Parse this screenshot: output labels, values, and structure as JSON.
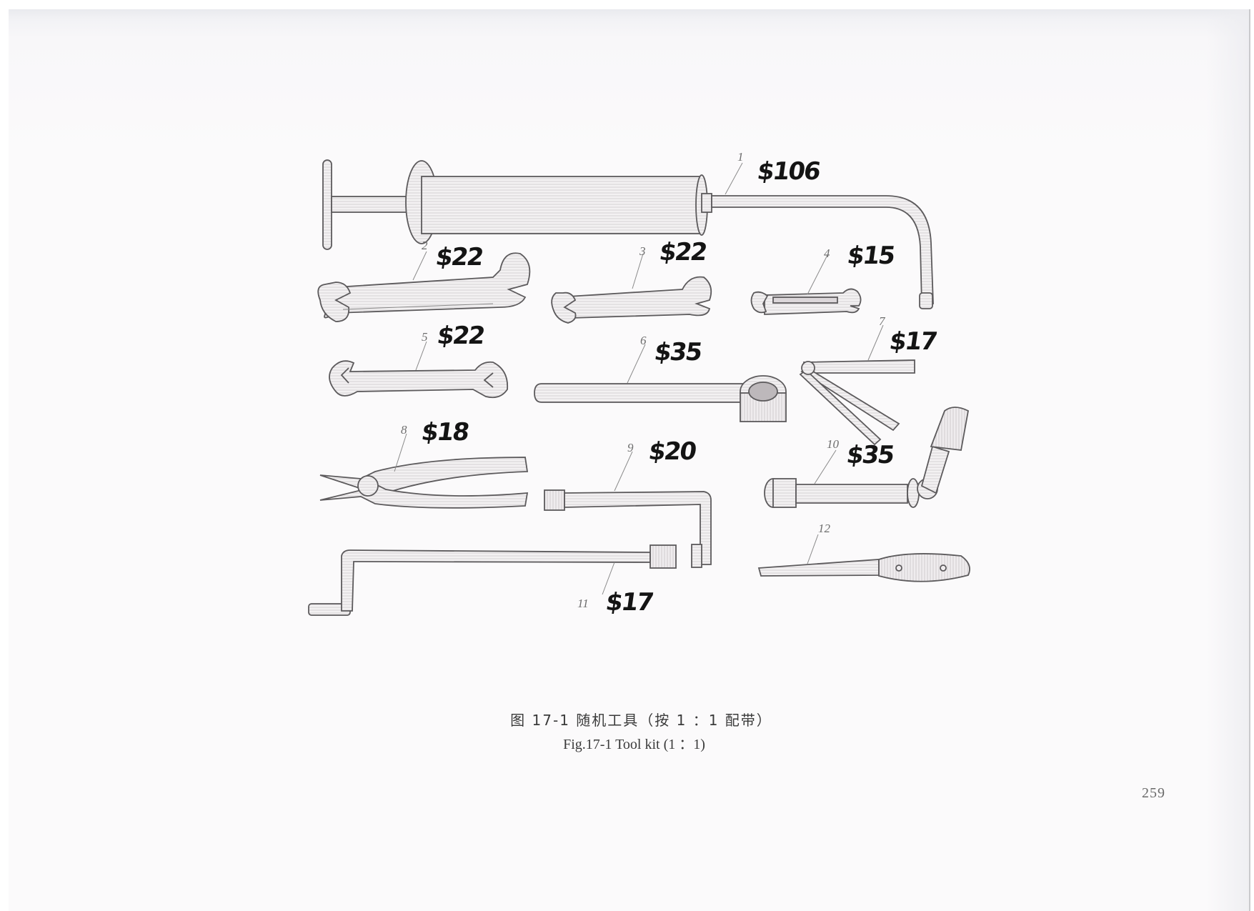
{
  "figure": {
    "caption_cn": "图 17-1    随机工具（按 1 ：1 配带）",
    "caption_en": "Fig.17-1    Tool kit (1 ：1)",
    "page_number": "259"
  },
  "tools": [
    {
      "number": "1",
      "price": "$106",
      "depiction": "grease gun with T-handle plunger and bent nozzle tube"
    },
    {
      "number": "2",
      "price": "$22",
      "depiction": "large double open-end wrench"
    },
    {
      "number": "3",
      "price": "$22",
      "depiction": "medium double open-end wrench"
    },
    {
      "number": "4",
      "price": "$15",
      "depiction": "small double open-end wrench"
    },
    {
      "number": "5",
      "price": "$22",
      "depiction": "double open-end wrench"
    },
    {
      "number": "6",
      "price": "$35",
      "depiction": "box/socket wrench with long handle"
    },
    {
      "number": "7",
      "price": "$17",
      "depiction": "folding feeler gauge"
    },
    {
      "number": "8",
      "price": "$18",
      "depiction": "pliers"
    },
    {
      "number": "9",
      "price": "$20",
      "depiction": "L-shaped socket wrench"
    },
    {
      "number": "10",
      "price": "$35",
      "depiction": "universal-joint socket wrench"
    },
    {
      "number": "11",
      "price": "$17",
      "depiction": "crank socket wrench"
    },
    {
      "number": "12",
      "price": "",
      "depiction": "flat screwdriver"
    }
  ],
  "colors": {
    "ink": "#141414",
    "pencil": "#8a8a8a",
    "paper": "#fbfafb"
  }
}
